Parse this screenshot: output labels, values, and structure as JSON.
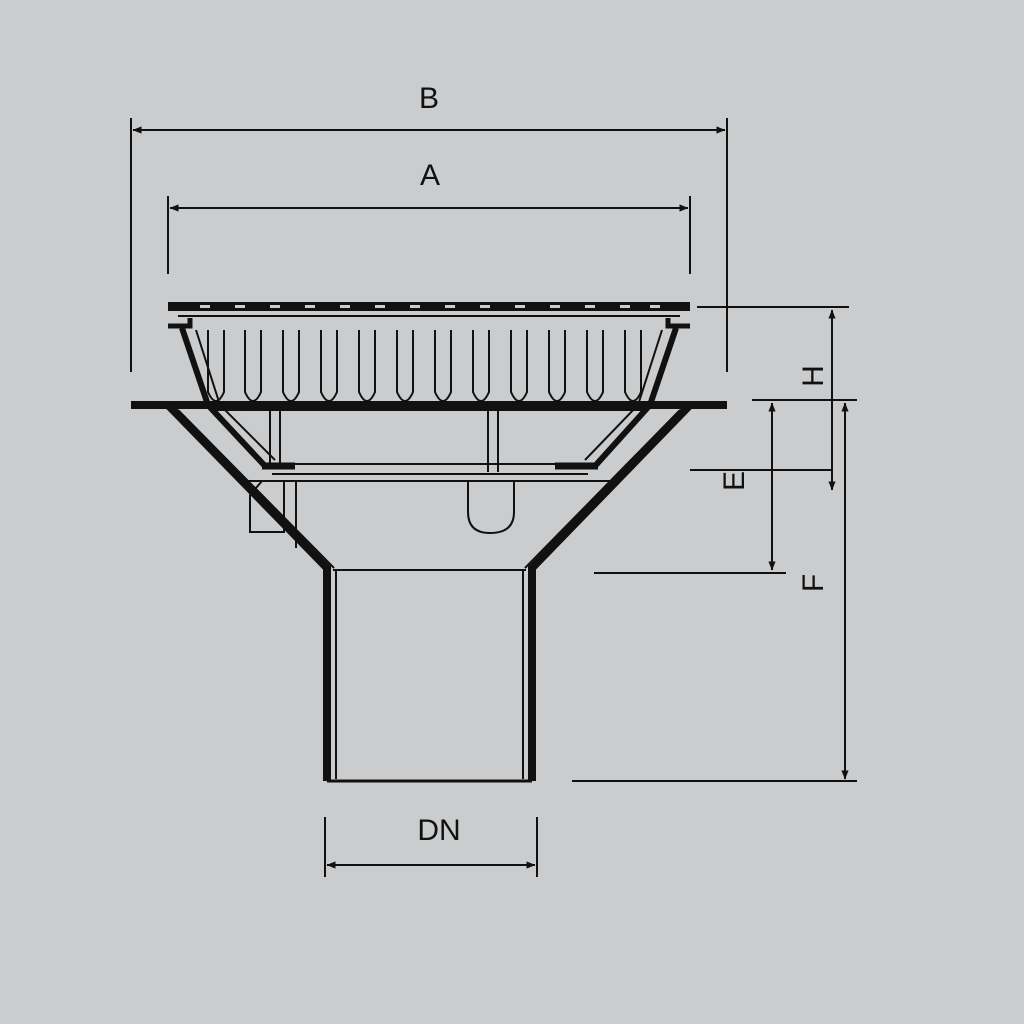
{
  "colors": {
    "background": "#cbcccd",
    "line": "#111111"
  },
  "labels": {
    "width_b": "B",
    "width_a": "A",
    "height_h": "H",
    "height_e": "E",
    "height_f": "F",
    "diameter_dn": "DN"
  }
}
